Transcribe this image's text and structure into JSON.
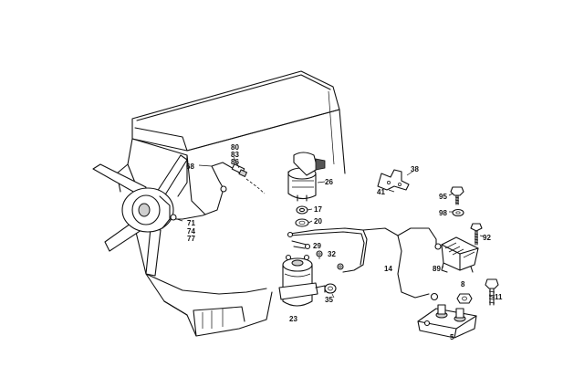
{
  "labels": {
    "p5": "5",
    "p8": "8",
    "p11": "11",
    "p14": "14",
    "p17": "17",
    "p20": "20",
    "p23": "23",
    "p26": "26",
    "p29": "29",
    "p32": "32",
    "p35": "35",
    "p38": "38",
    "p41": "41",
    "p68": "68",
    "p71": "71",
    "p74": "74",
    "p77": "77",
    "p80": "80",
    "p83": "83",
    "p86": "86",
    "p89": "89",
    "p92": "92",
    "p95": "95",
    "p98": "98"
  },
  "colors": {
    "line": "#111111",
    "background": "#ffffff"
  }
}
